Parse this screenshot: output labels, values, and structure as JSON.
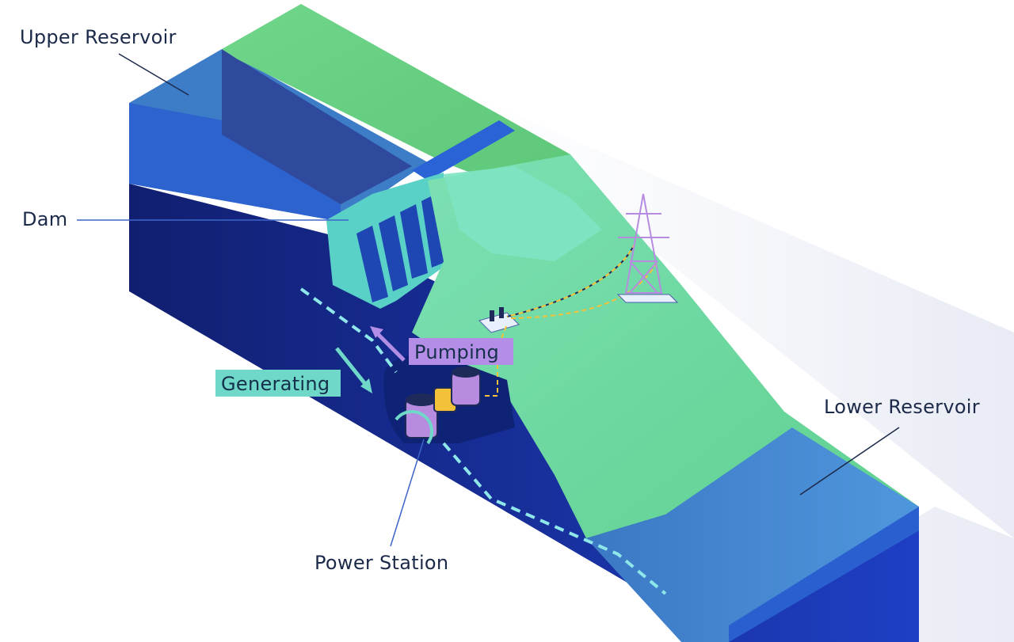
{
  "labels": {
    "upper_reservoir": "Upper Reservoir",
    "dam": "Dam",
    "lower_reservoir": "Lower Reservoir",
    "power_station": "Power Station",
    "generating": "Generating",
    "pumping": "Pumping"
  },
  "colors": {
    "upper_water": "#3f7fc9",
    "deep_blue": "#1f3ec2",
    "navy": "#142b8e",
    "grass": "#63cf7c",
    "grass_light": "#7fdfa8",
    "lower_water": "#4b8fd6",
    "generating_tag": "#6fd8c8",
    "pumping_tag": "#b48ee6",
    "pylon": "#b78be0",
    "cable_dash": "#f4c23a",
    "flow_dash": "#8fe7ea"
  },
  "icons": [
    "turbine-icon",
    "transformer-icon",
    "transmission-tower-icon",
    "rotation-arrow-icon"
  ]
}
